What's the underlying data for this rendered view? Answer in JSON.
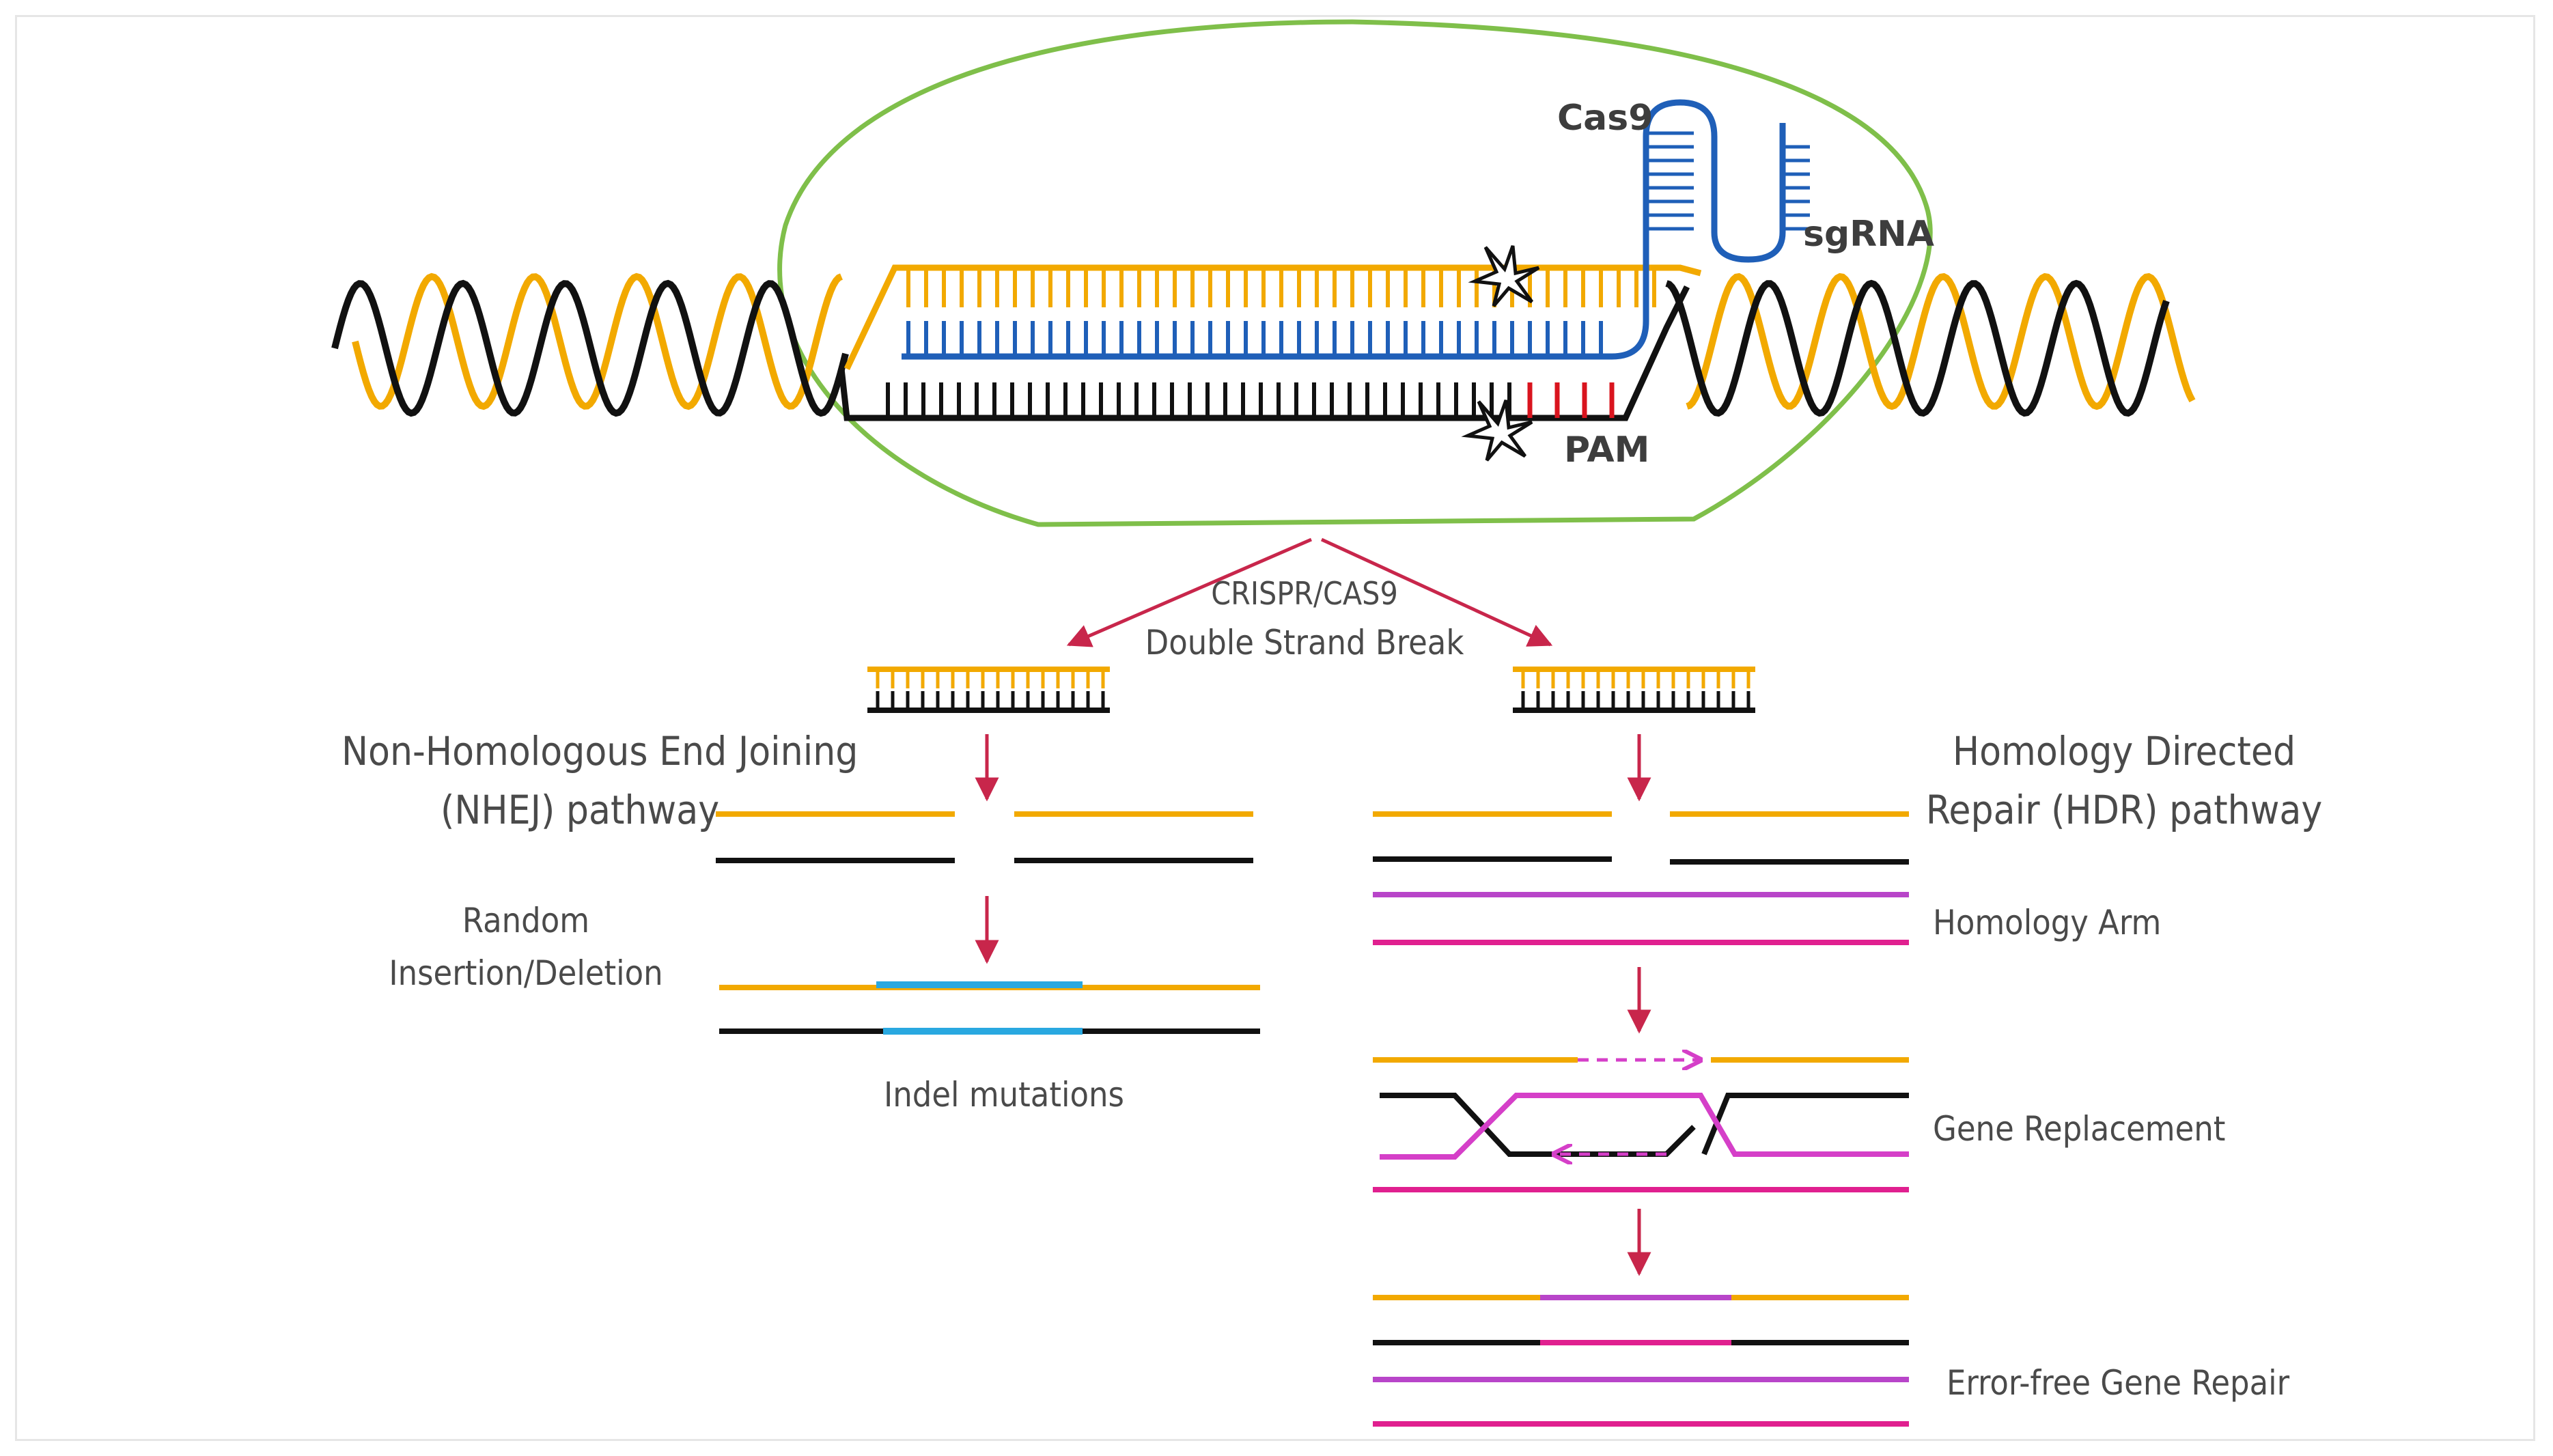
{
  "labels": {
    "cas9": "Cas9",
    "sgrna": "sgRNA",
    "pam": "PAM",
    "dsb_line1": "CRISPR/CAS9",
    "dsb_line2": "Double Strand Break",
    "nhej_line1": "Non-Homologous End Joining",
    "nhej_line2": "(NHEJ) pathway",
    "hdr_line1": "Homology Directed",
    "hdr_line2": "Repair (HDR) pathway",
    "random_line1": "Random",
    "random_line2": "Insertion/Deletion",
    "indel": "Indel mutations",
    "homology_arm": "Homology Arm",
    "gene_replacement": "Gene Replacement",
    "error_free": "Error-free Gene Repair"
  },
  "colors": {
    "strand_orange": "#f2a900",
    "strand_black": "#111111",
    "rna_blue": "#1f5fb8",
    "pam_red": "#d9141e",
    "arrow_red": "#c8264b",
    "complex_outline": "#7fbf4a",
    "indel_blue": "#29a8e0",
    "donor_magenta": "#e0208f",
    "donor_purple": "#b845c9"
  }
}
